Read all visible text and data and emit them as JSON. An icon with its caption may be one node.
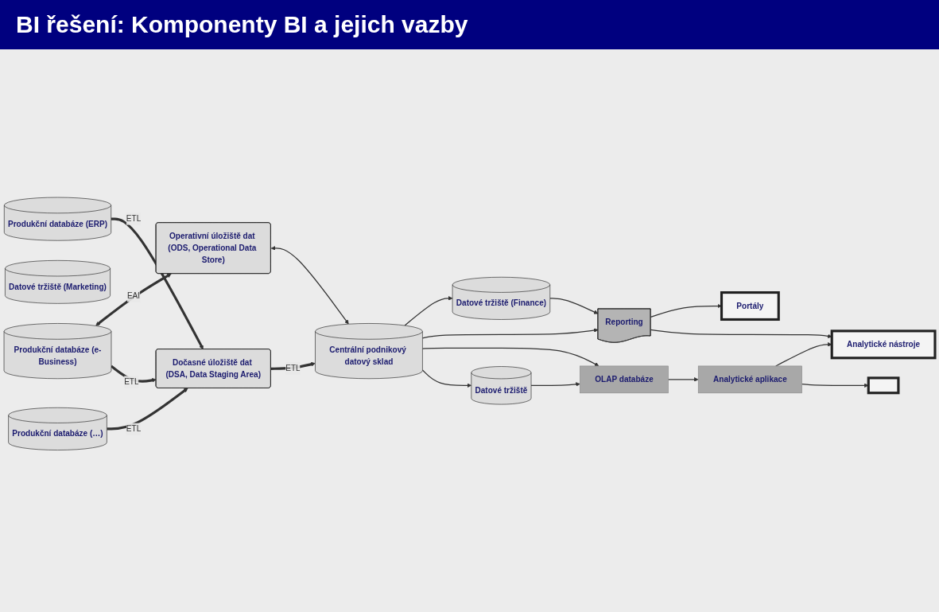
{
  "diagram": {
    "title": "BI řešení: Komponenty BI a jejich vazby",
    "nodes": [
      {
        "text": [
          "Produkční databáze (e-Business)"
        ]
      },
      {
        "text": [
          "Operativní úložiště dat (ODS, Operational Data Store)"
        ]
      },
      {
        "text": [
          "Produkční databáze (ERP)"
        ]
      },
      {
        "text": [
          "Dočasné úložiště dat (DSA, Data Staging Area)"
        ]
      },
      {
        "text": [
          "Produkční databáze (…)"
        ]
      },
      {
        "text": [
          "Datové tržiště (Marketing)"
        ]
      },
      {
        "text": [
          "Datové tržiště (Finance)"
        ]
      },
      {
        "text": [
          "Centrální podnikový datový sklad"
        ]
      },
      {
        "text": [
          "Reporting"
        ]
      },
      {
        "text": [
          "Datové tržiště"
        ]
      },
      {
        "text": [
          "Portály"
        ]
      },
      {
        "text": [
          "Analytické aplikace"
        ]
      },
      {
        "text": [
          "Analytické nástroje"
        ]
      },
      {
        "text": [
          "OLAP databáze"
        ]
      },
      {
        "text": [],
        "shape": "box"
      }
    ],
    "edges": [
      {
        "from": 0,
        "to": 1,
        "arrow": "both",
        "label": "EAI",
        "style": "thick"
      },
      {
        "from": 0,
        "to": 3,
        "arrow": "to",
        "label": "ETL",
        "style": "thick"
      },
      {
        "from": 2,
        "to": 3,
        "arrow": "to",
        "label": "ETL",
        "style": "thick"
      },
      {
        "from": 4,
        "to": 3,
        "arrow": "to",
        "label": "ETL",
        "style": "thick"
      },
      {
        "from": 3,
        "to": 7,
        "arrow": "to",
        "label": "ETL",
        "style": "thick"
      },
      {
        "from": 1,
        "to": 7,
        "arrow": "both"
      },
      {
        "from": 7,
        "to": 6,
        "arrow": "to"
      },
      {
        "from": 6,
        "to": 8,
        "arrow": "to"
      },
      {
        "from": 7,
        "to": 8,
        "arrow": "to"
      },
      {
        "from": 8,
        "to": 10,
        "arrow": "to"
      },
      {
        "from": 8,
        "to": 12,
        "arrow": "to"
      },
      {
        "from": 7,
        "to": 13,
        "arrow": "to"
      },
      {
        "from": 7,
        "to": 9,
        "arrow": "to"
      },
      {
        "from": 9,
        "to": 13,
        "arrow": "to"
      },
      {
        "from": 13,
        "to": 11,
        "arrow": "to"
      },
      {
        "from": 11,
        "to": 12,
        "arrow": "to"
      },
      {
        "from": 11,
        "to": 14,
        "arrow": "to"
      }
    ]
  }
}
